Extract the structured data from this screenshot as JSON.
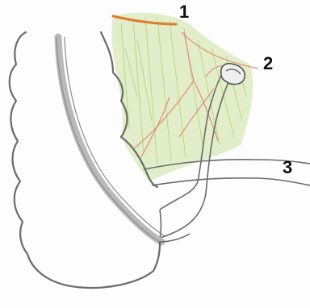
{
  "labels": {
    "one": "1",
    "two": "2",
    "three": "3"
  },
  "colors": {
    "outline": "#6b6b6b",
    "mesentery_fill": "#cfe3a6",
    "vessel_orange": "#e07b2a",
    "vessel_red": "#e58a7a",
    "pencil_shade": "#b9b9b9"
  }
}
